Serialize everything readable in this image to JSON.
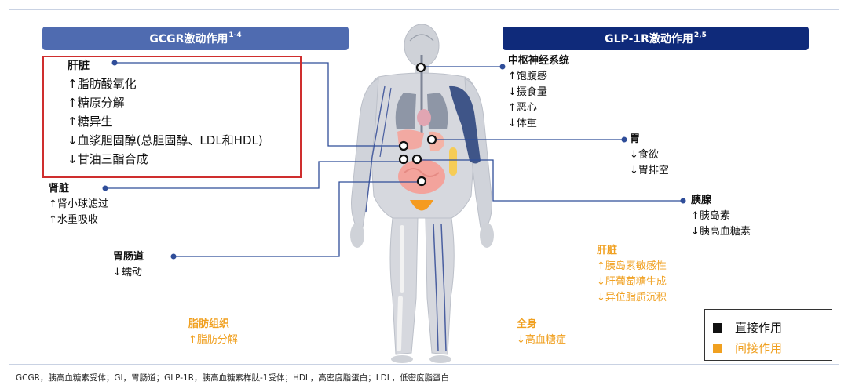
{
  "banners": {
    "left": {
      "text": "GCGR激动作用",
      "sup": "1-4"
    },
    "right": {
      "text": "GLP-1R激动作用",
      "sup": "2,5"
    }
  },
  "liver_direct": {
    "title": "肝脏",
    "items": [
      "↑脂肪酸氧化",
      "↑糖原分解",
      "↑糖异生",
      "↓血浆胆固醇(总胆固醇、LDL和HDL)",
      "↓甘油三酯合成"
    ]
  },
  "kidney": {
    "title": "肾脏",
    "items": [
      "↑肾小球滤过",
      "↑水重吸收"
    ]
  },
  "gi": {
    "title": "胃肠道",
    "items": [
      "↓蠕动"
    ]
  },
  "adipose": {
    "title": "脂肪组织",
    "items": [
      "↑脂肪分解"
    ]
  },
  "cns": {
    "title": "中枢神经系统",
    "items": [
      "↑饱腹感",
      "↓摄食量",
      "↑恶心",
      "↓体重"
    ]
  },
  "stomach": {
    "title": "胃",
    "items": [
      "↓食欲",
      "↓胃排空"
    ]
  },
  "pancreas": {
    "title": "胰腺",
    "items": [
      "↑胰岛素",
      "↓胰高血糖素"
    ]
  },
  "liver_indirect": {
    "title": "肝脏",
    "items": [
      "↑胰岛素敏感性",
      "↓肝葡萄糖生成",
      "↓异位脂质沉积"
    ]
  },
  "whole_body": {
    "title": "全身",
    "items": [
      "↓高血糖症"
    ]
  },
  "legend": {
    "direct": "直接作用",
    "indirect": "间接作用"
  },
  "colors": {
    "direct": "#111111",
    "indirect": "#f0a020",
    "left_banner": "#4f6bb0",
    "right_banner": "#0f2a7a",
    "connector": "#2f4d99",
    "highlight": "#cf2e2e"
  },
  "footnote": "GCGR，胰高血糖素受体；GI，胃肠道；GLP-1R，胰高血糖素样肽-1受体；HDL，高密度脂蛋白；LDL，低密度脂蛋白"
}
